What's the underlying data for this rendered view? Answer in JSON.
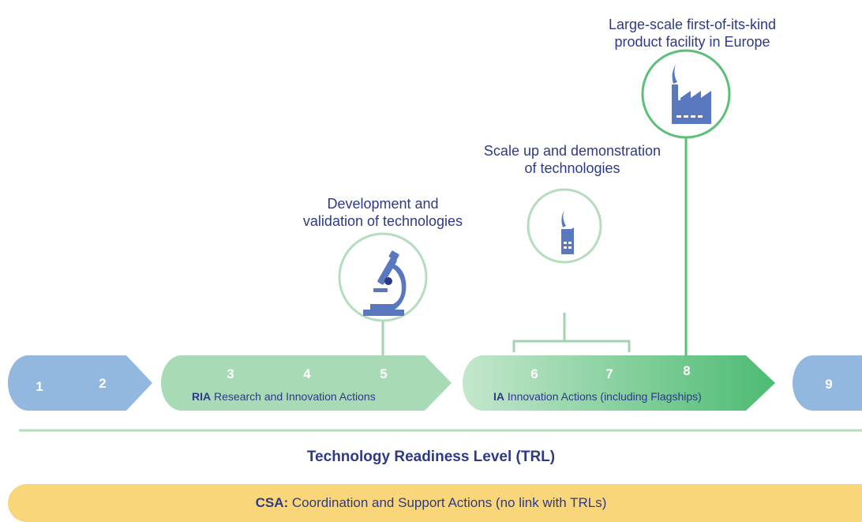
{
  "stages": {
    "development": [
      "Development and",
      "validation of technologies"
    ],
    "scale_up": [
      "Scale up and demonstration",
      "of technologies"
    ],
    "large_scale": [
      "Large-scale first-of-its-kind",
      "product facility in Europe"
    ]
  },
  "trl_levels": [
    "1",
    "2",
    "3",
    "4",
    "5",
    "6",
    "7",
    "8",
    "9"
  ],
  "ria": {
    "abbr": "RIA",
    "label": "Research and Innovation Actions"
  },
  "ia": {
    "abbr": "IA",
    "label": "Innovation Actions (including Flagships)"
  },
  "axis_title": "Technology Readiness Level (TRL)",
  "csa": {
    "abbr": "CSA:",
    "label": "Coordination and Support Actions (no link with TRLs)"
  },
  "icons": [
    "microscope-icon",
    "small-factory-icon",
    "large-factory-icon"
  ],
  "colors": {
    "text": "#2e3a86",
    "blue_arrow": "#93b8df",
    "ria_arrow": "#a8dab5",
    "ia_arrow_start": "#b9e3c5",
    "ia_arrow_end": "#4cbb72",
    "connector": "#a3d3ad",
    "circle_large": "#5cbf77",
    "icon": "#5a78c0",
    "csa_bar": "#f9d67a"
  }
}
